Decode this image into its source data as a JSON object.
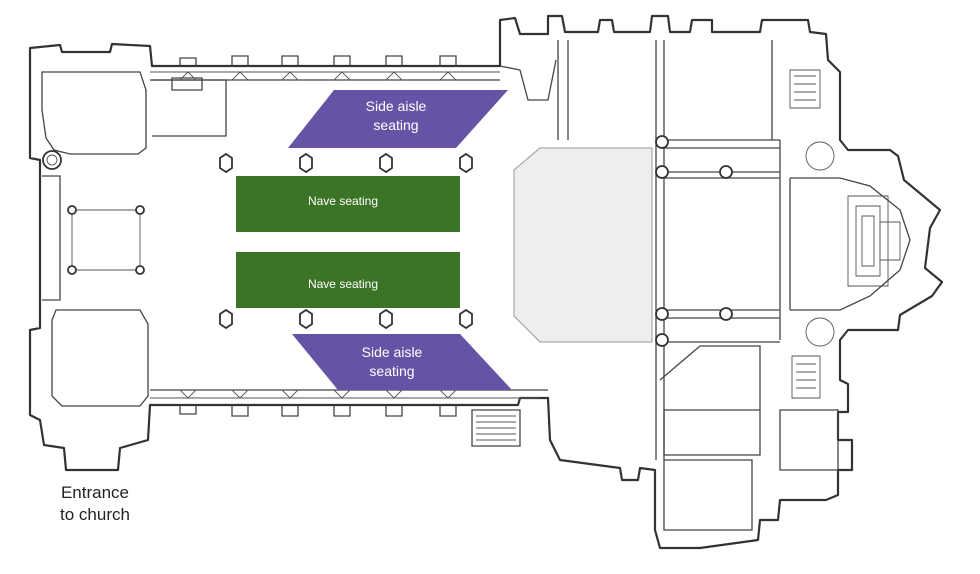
{
  "colors": {
    "side_aisle": "#6653a6",
    "nave": "#3b7327",
    "sanctuary": "#eeeeee",
    "wall": "#333333"
  },
  "zones": {
    "side_aisle_north": [
      "Side aisle",
      "seating"
    ],
    "nave_north": "Nave seating",
    "nave_south": "Nave seating",
    "side_aisle_south": [
      "Side aisle",
      "seating"
    ]
  },
  "entrance": {
    "line1": "Entrance",
    "line2": "to church"
  }
}
